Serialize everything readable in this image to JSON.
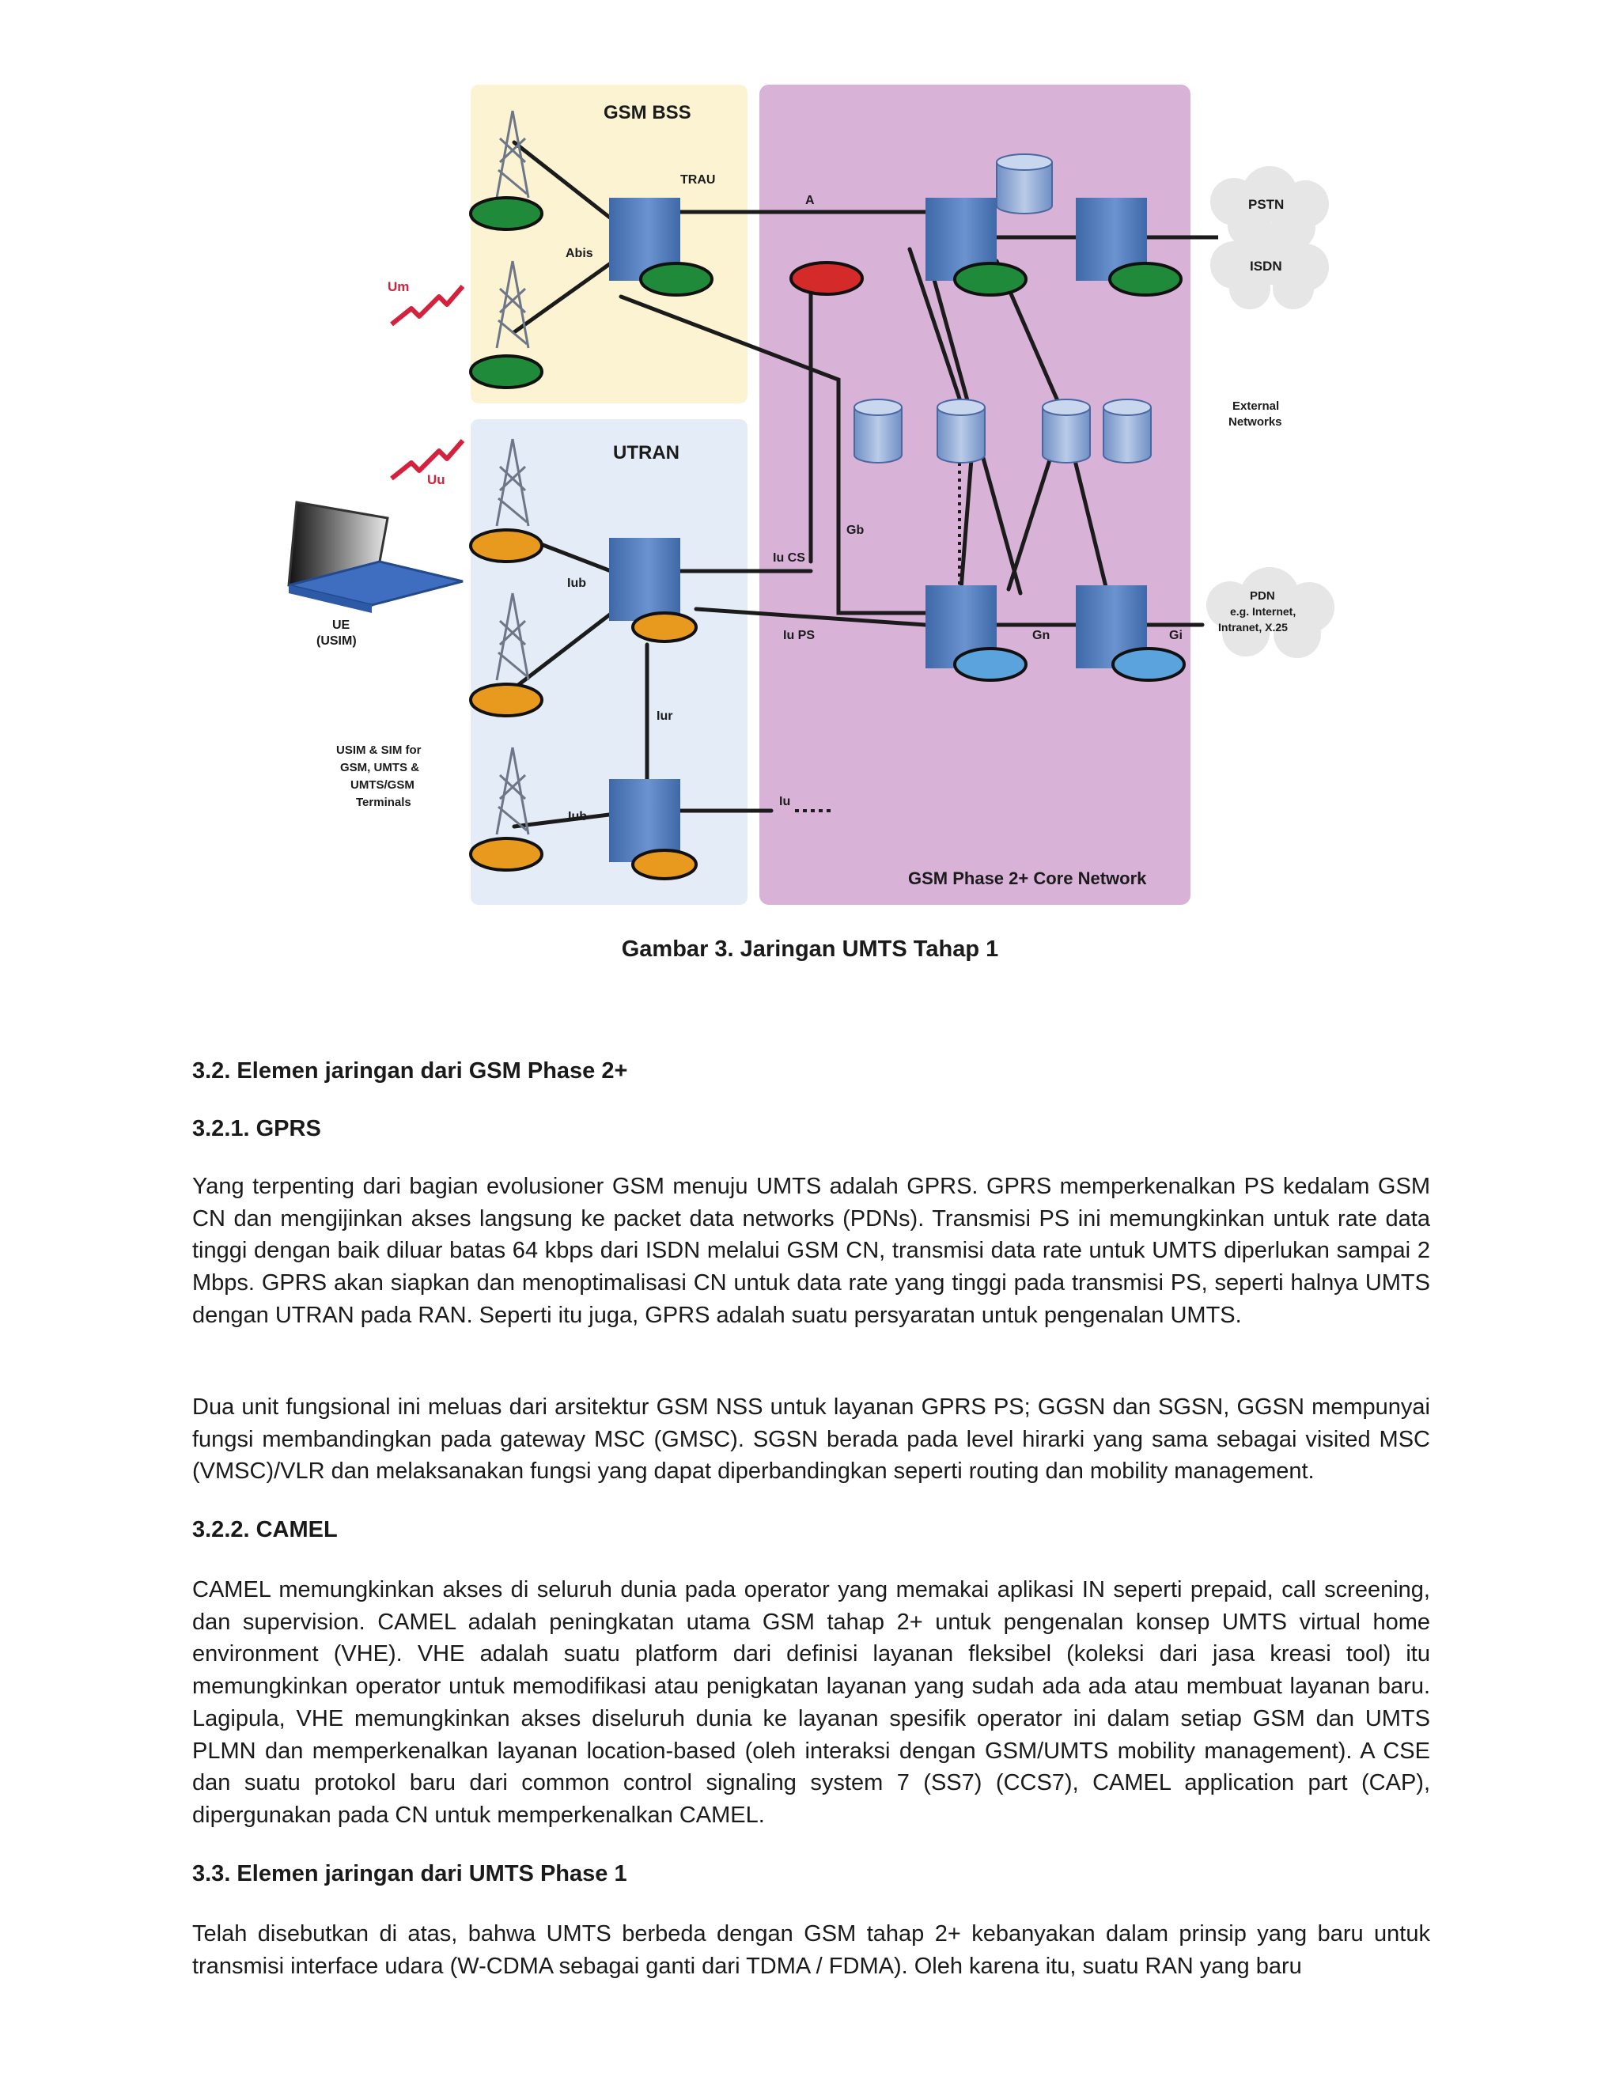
{
  "diagram": {
    "gsm_bss_label": "GSM BSS",
    "utran_label": "UTRAN",
    "core_label": "GSM Phase 2+ Core Network",
    "trau": "TRAU",
    "abis": "Abis",
    "um": "Um",
    "uu": "Uu",
    "a": "A",
    "gb": "Gb",
    "iucs": "Iu CS",
    "iups": "Iu PS",
    "iub": "Iub",
    "iub2": "Iub",
    "iur": "Iur",
    "iu": "Iu",
    "gn": "Gn",
    "gi": "Gi",
    "pstn": "PSTN",
    "isdn": "ISDN",
    "external_1": "External",
    "external_2": "Networks",
    "pdn_1": "PDN",
    "pdn_2": "e.g. Internet,",
    "pdn_3": "Intranet, X.25",
    "ue_1": "UE",
    "ue_2": "(USIM)",
    "usim_1": "USIM & SIM for",
    "usim_2": "GSM, UMTS &",
    "usim_3": "UMTS/GSM",
    "usim_4": "Terminals",
    "colors": {
      "gsm_bg": "#fbf3d2",
      "utran_bg": "#e4ecf7",
      "core_bg": "#d9b2d8",
      "server": "#4d78b8",
      "green": "#1e8a3a",
      "orange": "#e89a1e",
      "red": "#d42a2a",
      "blue_node": "#5aa3dd",
      "cloud": "#e6e6e6",
      "signal": "#d4213d"
    }
  },
  "caption": "Gambar 3. Jaringan UMTS Tahap 1",
  "sections": {
    "h32": "3.2. Elemen jaringan dari GSM Phase 2+",
    "h321": "3.2.1. GPRS",
    "p1": "Yang terpenting dari bagian evolusioner GSM menuju UMTS adalah GPRS. GPRS memperkenalkan PS kedalam GSM CN dan mengijinkan akses langsung ke packet data networks (PDNs). Transmisi PS ini memungkinkan untuk rate data tinggi dengan baik diluar batas 64 kbps dari ISDN melalui GSM CN, transmisi data rate untuk UMTS diperlukan sampai 2 Mbps. GPRS akan siapkan dan menoptimalisasi CN untuk data rate yang tinggi pada transmisi PS, seperti halnya UMTS dengan UTRAN pada RAN. Seperti itu juga, GPRS adalah suatu persyaratan untuk pengenalan UMTS.",
    "p2": "Dua unit fungsional ini meluas dari arsitektur GSM NSS untuk layanan GPRS PS; GGSN dan SGSN, GGSN mempunyai fungsi membandingkan pada gateway MSC (GMSC). SGSN berada pada level hirarki yang sama sebagai visited MSC (VMSC)/VLR dan melaksanakan fungsi yang dapat diperbandingkan seperti routing dan mobility management.",
    "h322": "3.2.2. CAMEL",
    "p3": "CAMEL memungkinkan akses di seluruh dunia pada operator yang memakai aplikasi IN seperti prepaid, call screening, dan supervision. CAMEL adalah peningkatan utama GSM tahap 2+ untuk pengenalan konsep UMTS virtual home environment (VHE). VHE adalah suatu platform dari definisi layanan fleksibel (koleksi dari jasa kreasi tool) itu memungkinkan operator untuk memodifikasi atau penigkatan layanan yang sudah ada ada atau membuat layanan baru. Lagipula, VHE memungkinkan akses diseluruh dunia ke layanan spesifik operator ini dalam setiap GSM dan UMTS PLMN dan memperkenalkan layanan location-based (oleh interaksi dengan GSM/UMTS mobility management). A CSE dan suatu protokol baru dari common control signaling system 7 (SS7) (CCS7), CAMEL application part (CAP), dipergunakan pada CN untuk memperkenalkan CAMEL.",
    "h33": "3.3. Elemen jaringan dari UMTS Phase 1",
    "p4": "Telah disebutkan di atas, bahwa UMTS berbeda dengan GSM tahap 2+ kebanyakan dalam prinsip yang baru untuk transmisi interface udara (W-CDMA sebagai ganti dari TDMA / FDMA). Oleh karena itu, suatu RAN yang baru"
  }
}
